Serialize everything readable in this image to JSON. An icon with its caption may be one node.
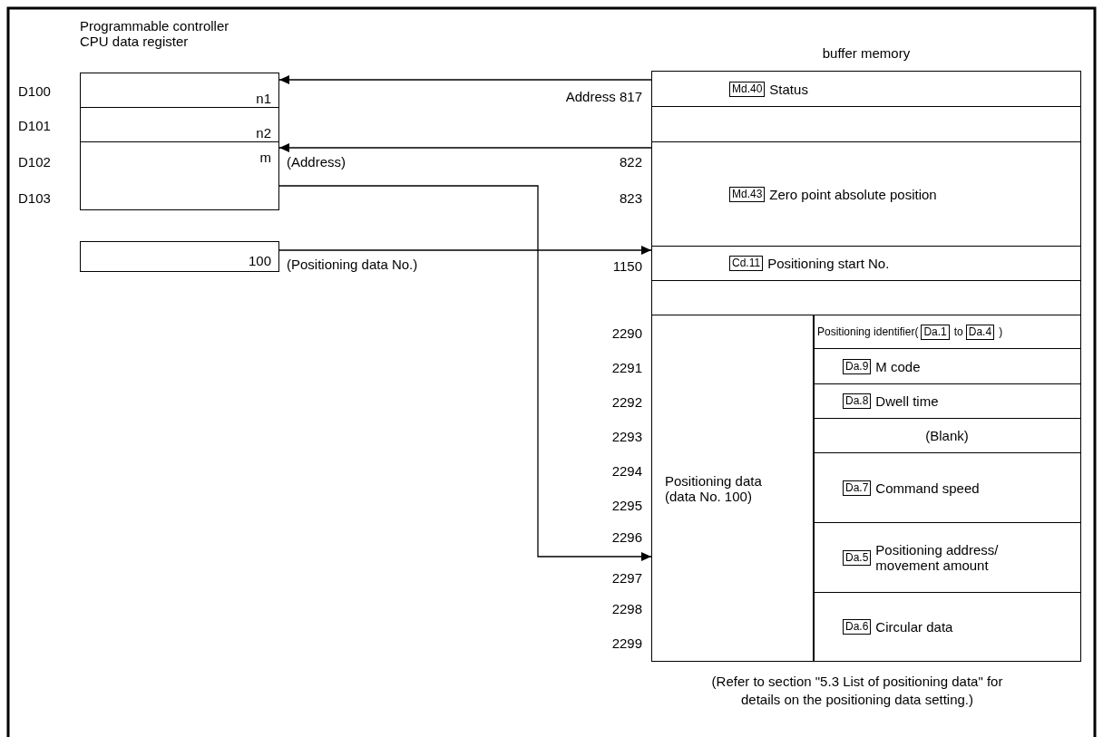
{
  "diagram": {
    "nodes": [
      {
        "text": [
          "Programmable controller CPU data register"
        ]
      },
      {
        "text": [
          "n1"
        ],
        "in": 0,
        "beside": [
          "D100"
        ]
      },
      {
        "text": [
          "n2"
        ],
        "in": 0,
        "beside": [
          "D101"
        ]
      },
      {
        "text": [
          "m"
        ],
        "in": 0,
        "beside": [
          "D102",
          "D103",
          "(Address)"
        ]
      },
      {
        "text": [
          "100"
        ],
        "beside": [
          "(Positioning data No.)"
        ]
      },
      {
        "text": [
          "buffer memory"
        ]
      },
      {
        "text": [
          "Md.40",
          "Status"
        ],
        "in": 5,
        "beside": [
          "Address 817"
        ]
      },
      {
        "text": [],
        "shape": "box",
        "in": 5
      },
      {
        "text": [
          "Md.43",
          "Zero point absolute position"
        ],
        "in": 5,
        "beside": [
          "822",
          "823"
        ]
      },
      {
        "text": [
          "Cd.11",
          "Positioning start No."
        ],
        "in": 5,
        "beside": [
          "1150"
        ]
      },
      {
        "text": [],
        "shape": "box",
        "in": 5
      },
      {
        "text": [
          "Positioning data (data No. 100)"
        ],
        "in": 5
      },
      {
        "text": [
          "Positioning identifier(",
          "Da.1",
          "to",
          "Da.4",
          ")"
        ],
        "in": 5
      },
      {
        "text": [
          "Da.9",
          "M code"
        ],
        "in": 5
      },
      {
        "text": [
          "Da.8",
          "Dwell time"
        ],
        "in": 5
      },
      {
        "text": [
          "(Blank)"
        ],
        "in": 5
      },
      {
        "text": [
          "Da.7",
          "Command speed"
        ],
        "in": 5
      },
      {
        "text": [
          "Da.5",
          "Positioning address/ movement amount"
        ],
        "in": 5
      },
      {
        "text": [
          "Da.6",
          "Circular data"
        ],
        "in": 5
      }
    ],
    "edges": [
      {
        "from": 6,
        "to": 1,
        "arrow": "to"
      },
      {
        "from": 8,
        "to": 3,
        "arrow": "to"
      },
      {
        "from": 3,
        "to": 11,
        "arrow": "to"
      },
      {
        "from": 4,
        "to": 9,
        "arrow": "to"
      }
    ],
    "labels": [
      "2290",
      "2291",
      "2292",
      "2293",
      "2294",
      "2295",
      "2296",
      "2297",
      "2298",
      "2299",
      "(Refer to section \"5.3 List of positioning data\" for details on the positioning data setting.)"
    ]
  }
}
